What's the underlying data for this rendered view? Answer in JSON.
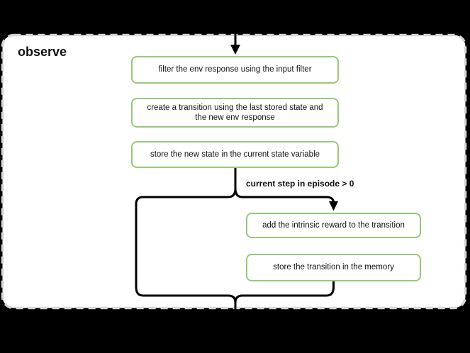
{
  "page": {
    "title": "observe"
  },
  "colors": {
    "background": "#000000",
    "canvas": "#ffffff",
    "canvas_border": "#d6d6d6",
    "box_border": "#96ca7a",
    "line": "#000000",
    "text": "#111111"
  },
  "flow": {
    "title": "observe",
    "steps": [
      {
        "label": "filter the env response using the input filter"
      },
      {
        "label": "create a transition using the last stored state and the new env response"
      },
      {
        "label": "store the new state in the current state variable"
      },
      {
        "label": "add the intrinsic reward to the transition"
      },
      {
        "label": "store the transition in the memory"
      }
    ],
    "condition_label": "current step in episode > 0",
    "icons": [
      "arrow-down-entry-icon",
      "arrow-down-branch-icon"
    ]
  }
}
